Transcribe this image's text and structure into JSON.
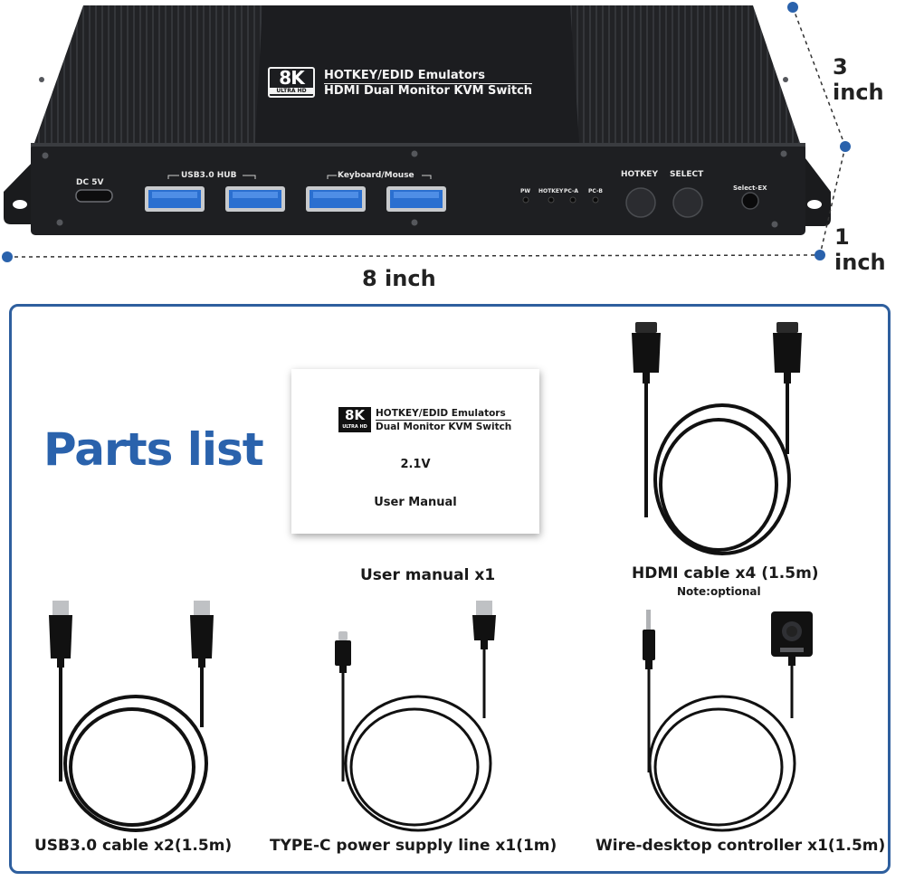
{
  "device": {
    "badge_big": "8K",
    "badge_small": "ULTRA HD",
    "title_line1": "HOTKEY/EDID Emulators",
    "title_line2": "HDMI Dual Monitor KVM Switch",
    "port_labels": {
      "dc": "DC 5V",
      "usb_hub": "USB3.0 HUB",
      "keyboard_mouse": "Keyboard/Mouse",
      "pw": "PW",
      "hotkey_led": "HOTKEY",
      "pc_a": "PC-A",
      "pc_b": "PC-B",
      "hotkey_button": "HOTKEY",
      "select_button": "SELECT",
      "select_ex": "Select-EX"
    }
  },
  "dimensions": {
    "height": "3 inch",
    "depth": "1 inch",
    "width": "8 inch"
  },
  "parts": {
    "title": "Parts list",
    "manual": {
      "badge_big": "8K",
      "badge_small": "ULTRA HD",
      "title_line1": "HOTKEY/EDID Emulators",
      "title_line2": "Dual Monitor KVM Switch",
      "version": "2.1V",
      "label": "User Manual"
    },
    "items": [
      {
        "caption": "User manual x1"
      },
      {
        "caption": "HDMI cable x4 (1.5m)",
        "note": "Note:optional"
      },
      {
        "caption": "USB3.0 cable x2(1.5m)"
      },
      {
        "caption": "TYPE-C power supply line x1(1m)"
      },
      {
        "caption": "Wire-desktop controller x1(1.5m)"
      }
    ]
  },
  "colors": {
    "accent_blue": "#2a62ac",
    "box_border": "#2e5f9e",
    "device_body": "#1e1f22",
    "usb_port_blue": "#2a6fd0"
  }
}
